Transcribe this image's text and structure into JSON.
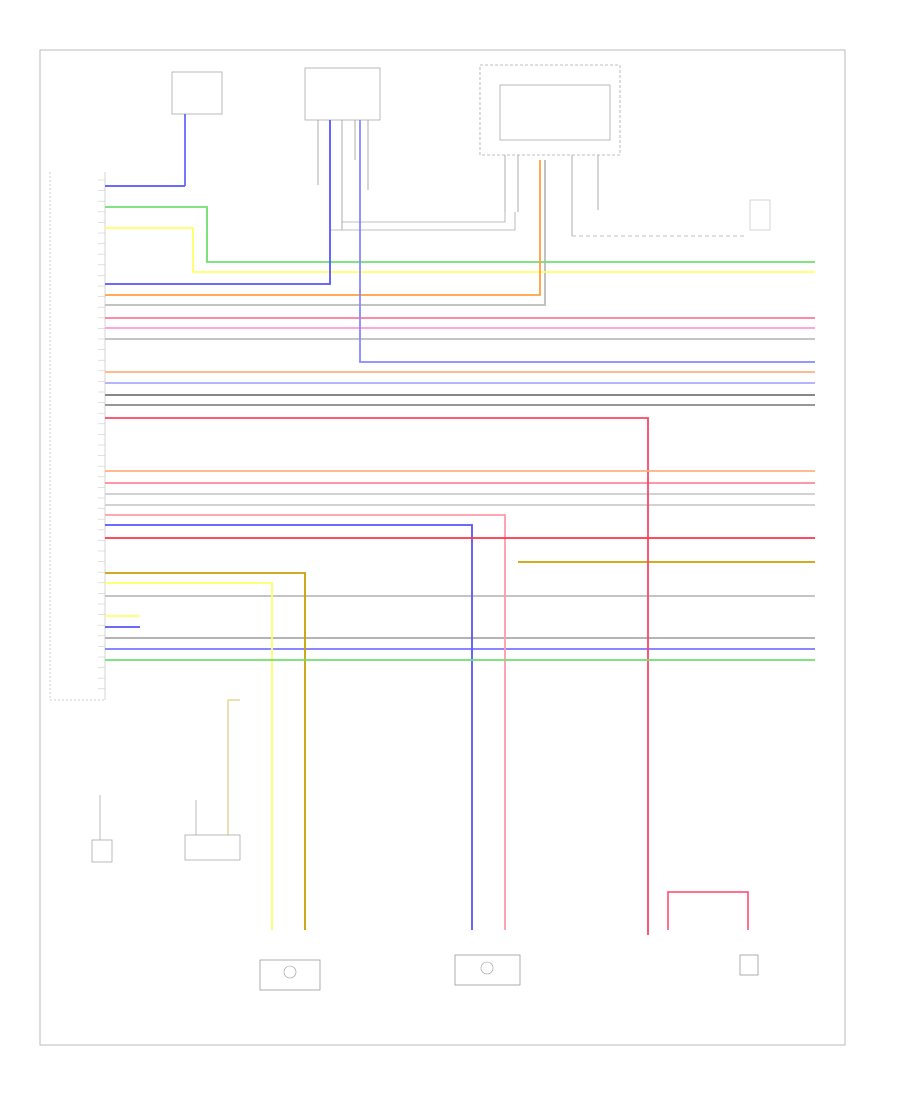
{
  "diagram": {
    "title": "",
    "footer_code": "",
    "components": [
      {
        "id": "top-left-sensor",
        "lines": [
          "",
          "",
          "",
          ""
        ]
      },
      {
        "id": "top-mid-connector",
        "lines": [
          "",
          "",
          "",
          ""
        ]
      },
      {
        "id": "top-right-module",
        "lines": [
          "",
          "",
          "",
          ""
        ]
      },
      {
        "id": "ecm",
        "lines": [
          "",
          "",
          "",
          ""
        ]
      },
      {
        "id": "left-sensor",
        "lines": [
          "",
          "",
          ""
        ]
      },
      {
        "id": "right-sensor",
        "lines": [
          "",
          "",
          ""
        ]
      },
      {
        "id": "bottom-right-sensor-a",
        "lines": [
          "",
          ""
        ]
      },
      {
        "id": "bottom-right-sensor-b",
        "lines": [
          "",
          ""
        ]
      }
    ],
    "wires": [
      {
        "id": "w1",
        "color": "#5555ff"
      },
      {
        "id": "w2",
        "color": "#6ee06e"
      },
      {
        "id": "w3",
        "color": "#ffff66"
      },
      {
        "id": "w4",
        "color": "#5555ff"
      },
      {
        "id": "w5",
        "color": "#ffa040"
      },
      {
        "id": "w6",
        "color": "#ff7a9a"
      },
      {
        "id": "w7",
        "color": "#ff99dd"
      },
      {
        "id": "w8",
        "color": "#bbbbbb"
      },
      {
        "id": "w9",
        "color": "#8888ff"
      },
      {
        "id": "w10",
        "color": "#ffb080"
      },
      {
        "id": "w11",
        "color": "#aaaaff"
      },
      {
        "id": "w12",
        "color": "#777777"
      },
      {
        "id": "w13",
        "color": "#ff4466"
      },
      {
        "id": "w14",
        "color": "#ffb080"
      },
      {
        "id": "w15",
        "color": "#ff99aa"
      },
      {
        "id": "w16",
        "color": "#5555ff"
      },
      {
        "id": "w17",
        "color": "#ff3344"
      },
      {
        "id": "w18",
        "color": "#c8a000"
      },
      {
        "id": "w19",
        "color": "#ffff66"
      },
      {
        "id": "w20",
        "color": "#6ee06e"
      }
    ]
  }
}
